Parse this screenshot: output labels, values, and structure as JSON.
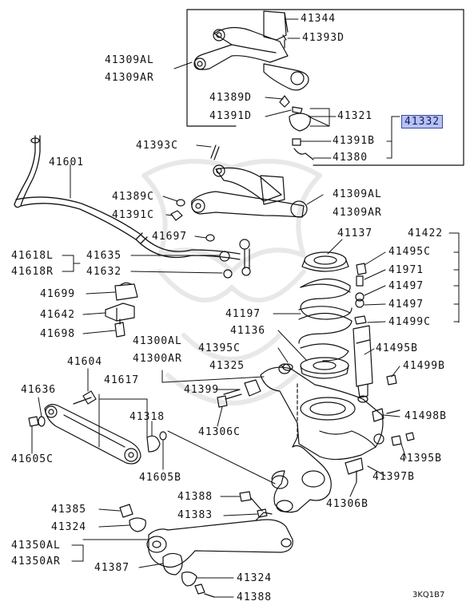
{
  "labels": {
    "l41344": "41344",
    "l41393D": "41393D",
    "l41309AL_top": "41309AL",
    "l41309AR_top": "41309AR",
    "l41389D": "41389D",
    "l41391D": "41391D",
    "l41321": "41321",
    "l41332": "41332",
    "l41391B": "41391B",
    "l41380": "41380",
    "l41393C": "41393C",
    "l41601": "41601",
    "l41389C": "41389C",
    "l41309AL_mid": "41309AL",
    "l41309AR_mid": "41309AR",
    "l41391C": "41391C",
    "l41697": "41697",
    "l41137": "41137",
    "l41422": "41422",
    "l41618L": "41618L",
    "l41618R": "41618R",
    "l41635": "41635",
    "l41632": "41632",
    "l41495C": "41495C",
    "l41971": "41971",
    "l41699": "41699",
    "l41497a": "41497",
    "l41497b": "41497",
    "l41642": "41642",
    "l41197": "41197",
    "l41499C": "41499C",
    "l41698": "41698",
    "l41136": "41136",
    "l41300AL": "41300AL",
    "l41300AR": "41300AR",
    "l41395C": "41395C",
    "l41495B": "41495B",
    "l41604": "41604",
    "l41325": "41325",
    "l41499B": "41499B",
    "l41636": "41636",
    "l41617": "41617",
    "l41399": "41399",
    "l41318": "41318",
    "l41306C": "41306C",
    "l41498B": "41498B",
    "l41605C": "41605C",
    "l41605B": "41605B",
    "l41395B": "41395B",
    "l41397B": "41397B",
    "l41388a": "41388",
    "l41385": "41385",
    "l41383": "41383",
    "l41306B": "41306B",
    "l41324a": "41324",
    "l41350AL": "41350AL",
    "l41350AR": "41350AR",
    "l41387": "41387",
    "l41324b": "41324",
    "l41388b": "41388",
    "diagram_code": "3KQ1B7"
  }
}
